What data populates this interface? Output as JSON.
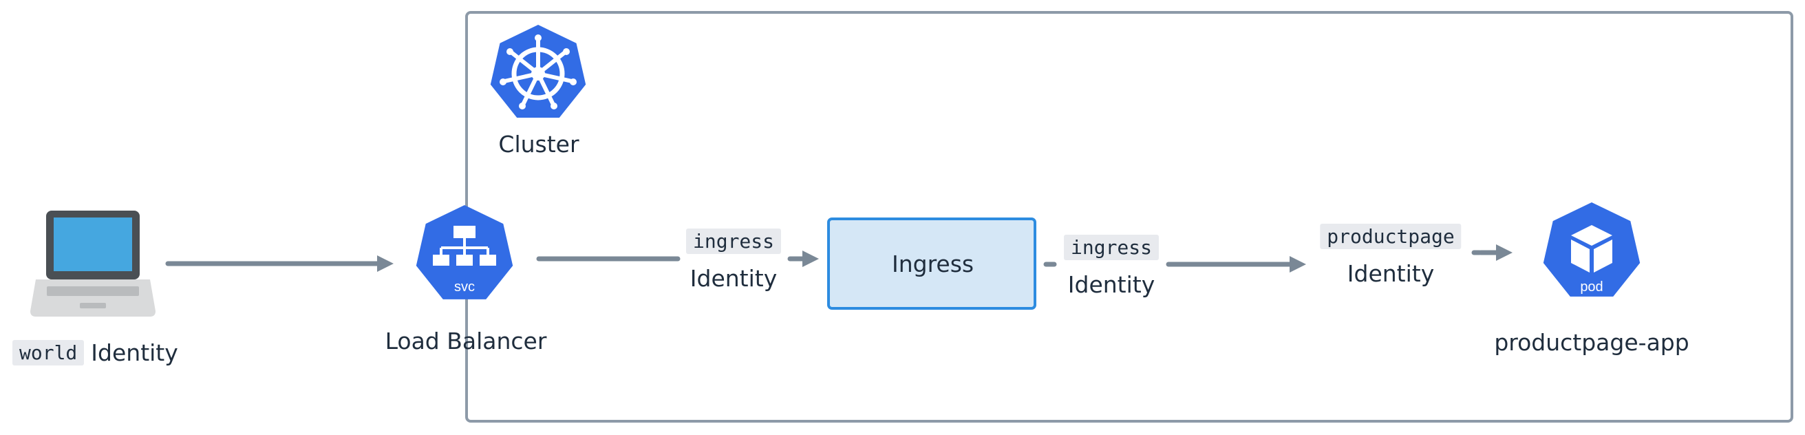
{
  "cluster": {
    "label": "Cluster"
  },
  "world": {
    "tag": "world",
    "label": "Identity"
  },
  "load_balancer": {
    "label": "Load Balancer",
    "badge": "svc"
  },
  "ingress_in": {
    "tag": "ingress",
    "label": "Identity"
  },
  "ingress": {
    "label": "Ingress"
  },
  "ingress_out": {
    "tag": "ingress",
    "label": "Identity"
  },
  "productpage_id": {
    "tag": "productpage",
    "label": "Identity"
  },
  "pod": {
    "badge": "pod",
    "label": "productpage-app"
  },
  "colors": {
    "k8s_blue": "#326ce5",
    "arrow": "#7a8896",
    "box_border": "#8d9aa8",
    "ingress_fill": "#d5e7f6",
    "ingress_border": "#2d8ce0"
  }
}
